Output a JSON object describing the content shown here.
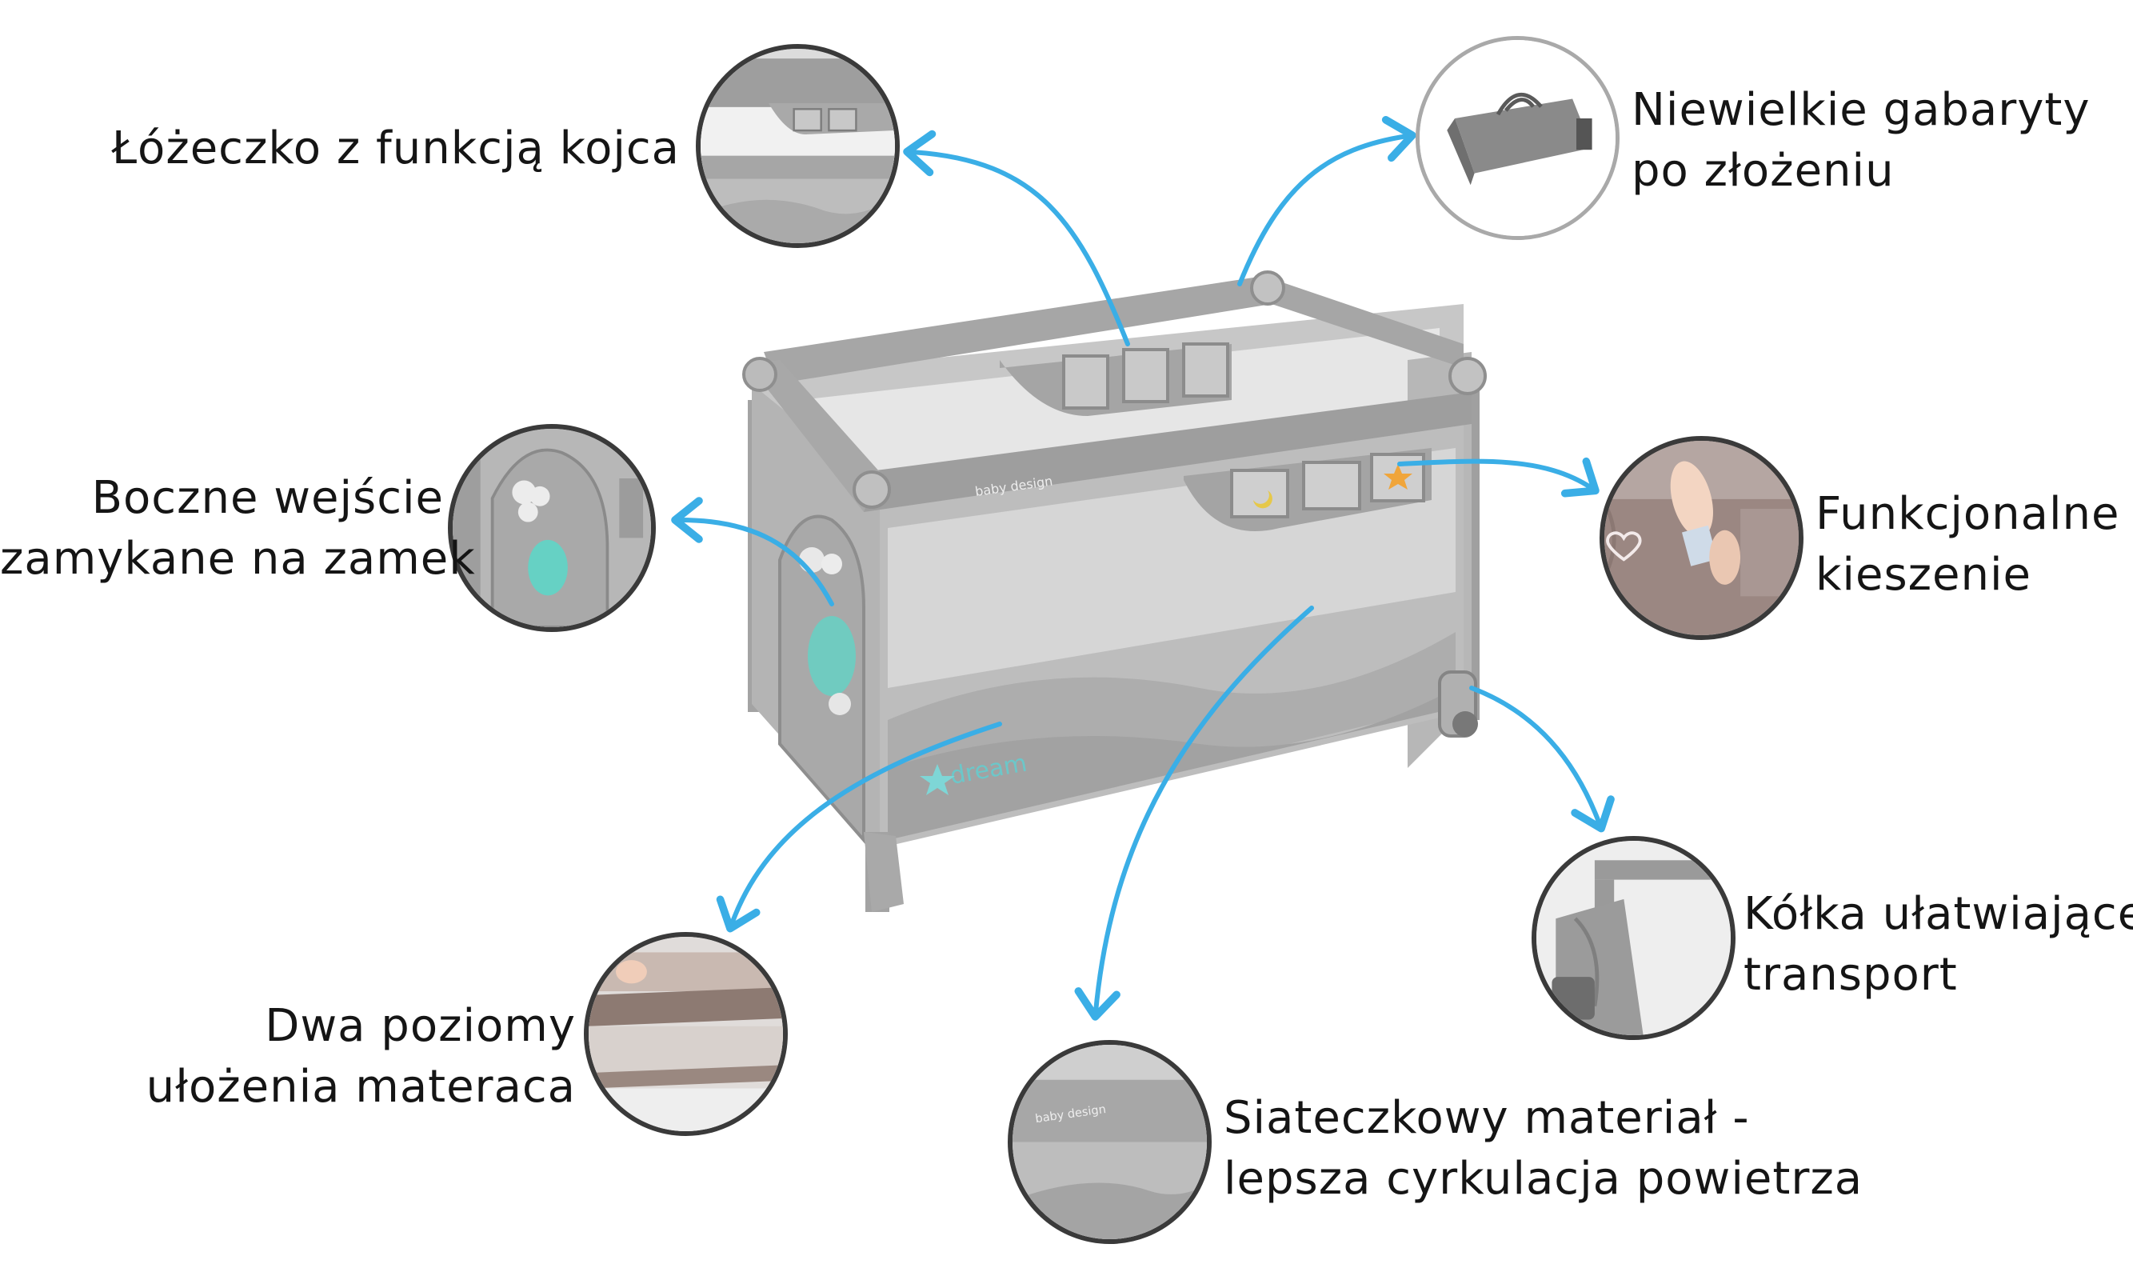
{
  "features": {
    "playpen": {
      "line1": "Łóżeczko z funkcją kojca",
      "line2": ""
    },
    "compact": {
      "line1": "Niewielkie gabaryty",
      "line2": "po złożeniu"
    },
    "side_entry": {
      "line1": "Boczne wejście",
      "line2": "zamykane na zamek"
    },
    "pockets": {
      "line1": "Funkcjonalne",
      "line2": "kieszenie"
    },
    "mattress": {
      "line1": "Dwa poziomy",
      "line2": "ułożenia materaca"
    },
    "mesh": {
      "line1": "Siateczkowy materiał -",
      "line2": "lepsza cyrkulacja powietrza"
    },
    "wheels": {
      "line1": "Kółka ułatwiające",
      "line2": "transport"
    }
  },
  "product_print": {
    "brand": "baby design",
    "pattern": "dream"
  },
  "colors": {
    "arrow": "#3aaee6",
    "frame_gray": "#9c9c9c",
    "fabric_gray": "#b3b3b3",
    "circle_border": "#3a3a3a",
    "teal_accent": "#66d1c4",
    "star_accent": "#f0a53a"
  },
  "icons": [
    "arrow-icon",
    "heart-icon",
    "star-icon",
    "moon-icon",
    "cloud-icon"
  ]
}
